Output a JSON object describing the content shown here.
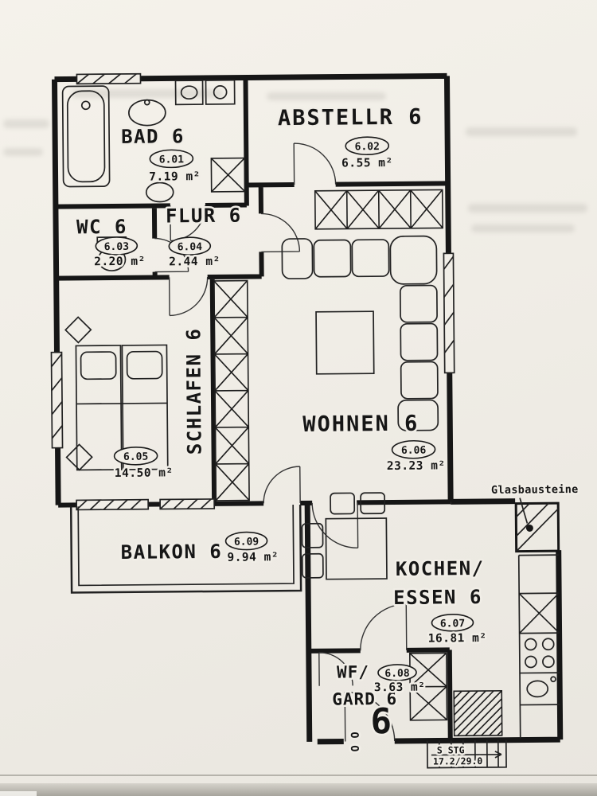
{
  "page": {
    "kind": "Scanned apartment floor plan",
    "unit": "6"
  },
  "colors": {
    "paper": "#f1eee7",
    "ink": "#1a1a1a"
  },
  "rooms": {
    "bad": {
      "name": "BAD 6",
      "id": "6.01",
      "area": "7.19 m²"
    },
    "abstellr": {
      "name": "ABSTELLR 6",
      "id": "6.02",
      "area": "6.55 m²"
    },
    "wc": {
      "name": "WC 6",
      "id": "6.03",
      "area": "2.20 m²"
    },
    "flur": {
      "name": "FLUR 6",
      "id": "6.04",
      "area": "2.44 m²"
    },
    "schlafen": {
      "name": "SCHLAFEN 6",
      "id": "6.05",
      "area": "14.50 m²"
    },
    "wohnen": {
      "name": "WOHNEN 6",
      "id": "6.06",
      "area": "23.23 m²"
    },
    "kochen_essen": {
      "name_line1": "KOCHEN/",
      "name_line2": "ESSEN 6",
      "id": "6.07",
      "area": "16.81 m²"
    },
    "wf_gard": {
      "name_line1": "WF/",
      "name_line2": "GARD 6",
      "id": "6.08",
      "area": "3.63 m²"
    },
    "balkon": {
      "name": "BALKON 6",
      "id": "6.09",
      "area": "9.94 m²"
    }
  },
  "annotations": {
    "glasbausteine": "Glasbausteine",
    "entrance_unit_number": "6",
    "stairs_line1": "S STG",
    "stairs_line2": "17.2/29.0",
    "door_marks": "O O"
  }
}
